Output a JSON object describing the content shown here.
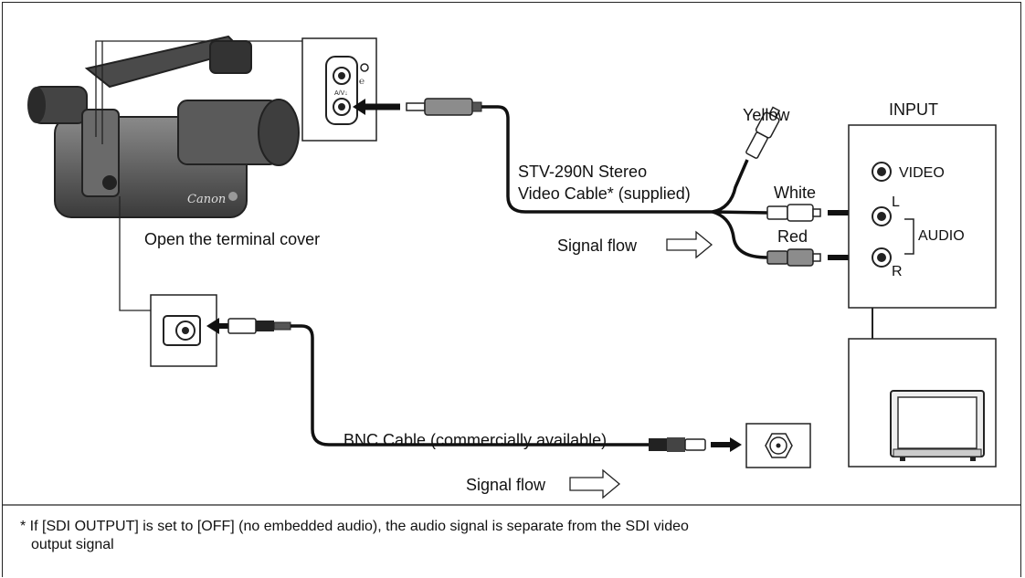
{
  "labels": {
    "open_cover": "Open the terminal cover",
    "stv_cable_line1": "STV-290N Stereo",
    "stv_cable_line2": "Video Cable* (supplied)",
    "signal_flow_top": "Signal flow",
    "signal_flow_bottom": "Signal flow",
    "bnc_cable": "BNC Cable (commercially available)",
    "yellow": "Yellow",
    "white": "White",
    "red": "Red",
    "input": "INPUT",
    "video": "VIDEO",
    "audio": "AUDIO",
    "audio_l": "L",
    "audio_r": "R",
    "av_terminal": "A/V↓",
    "camera_brand": "Canon"
  },
  "footnote": {
    "line1": "* If [SDI OUTPUT] is set to [OFF] (no embedded audio), the audio signal is separate from the SDI video",
    "line2": "output signal"
  },
  "icons": [
    "camcorder-illustration",
    "av-terminal-icon",
    "sdi-terminal-icon",
    "bnc-connector-icon",
    "rca-plug-icon",
    "monitor-icon",
    "arrow-right-icon",
    "hollow-arrow-icon"
  ],
  "colors": {
    "line": "#111111",
    "cable": "#222222",
    "plug_grey": "#9a9a9a",
    "camera_body": "#555555"
  }
}
